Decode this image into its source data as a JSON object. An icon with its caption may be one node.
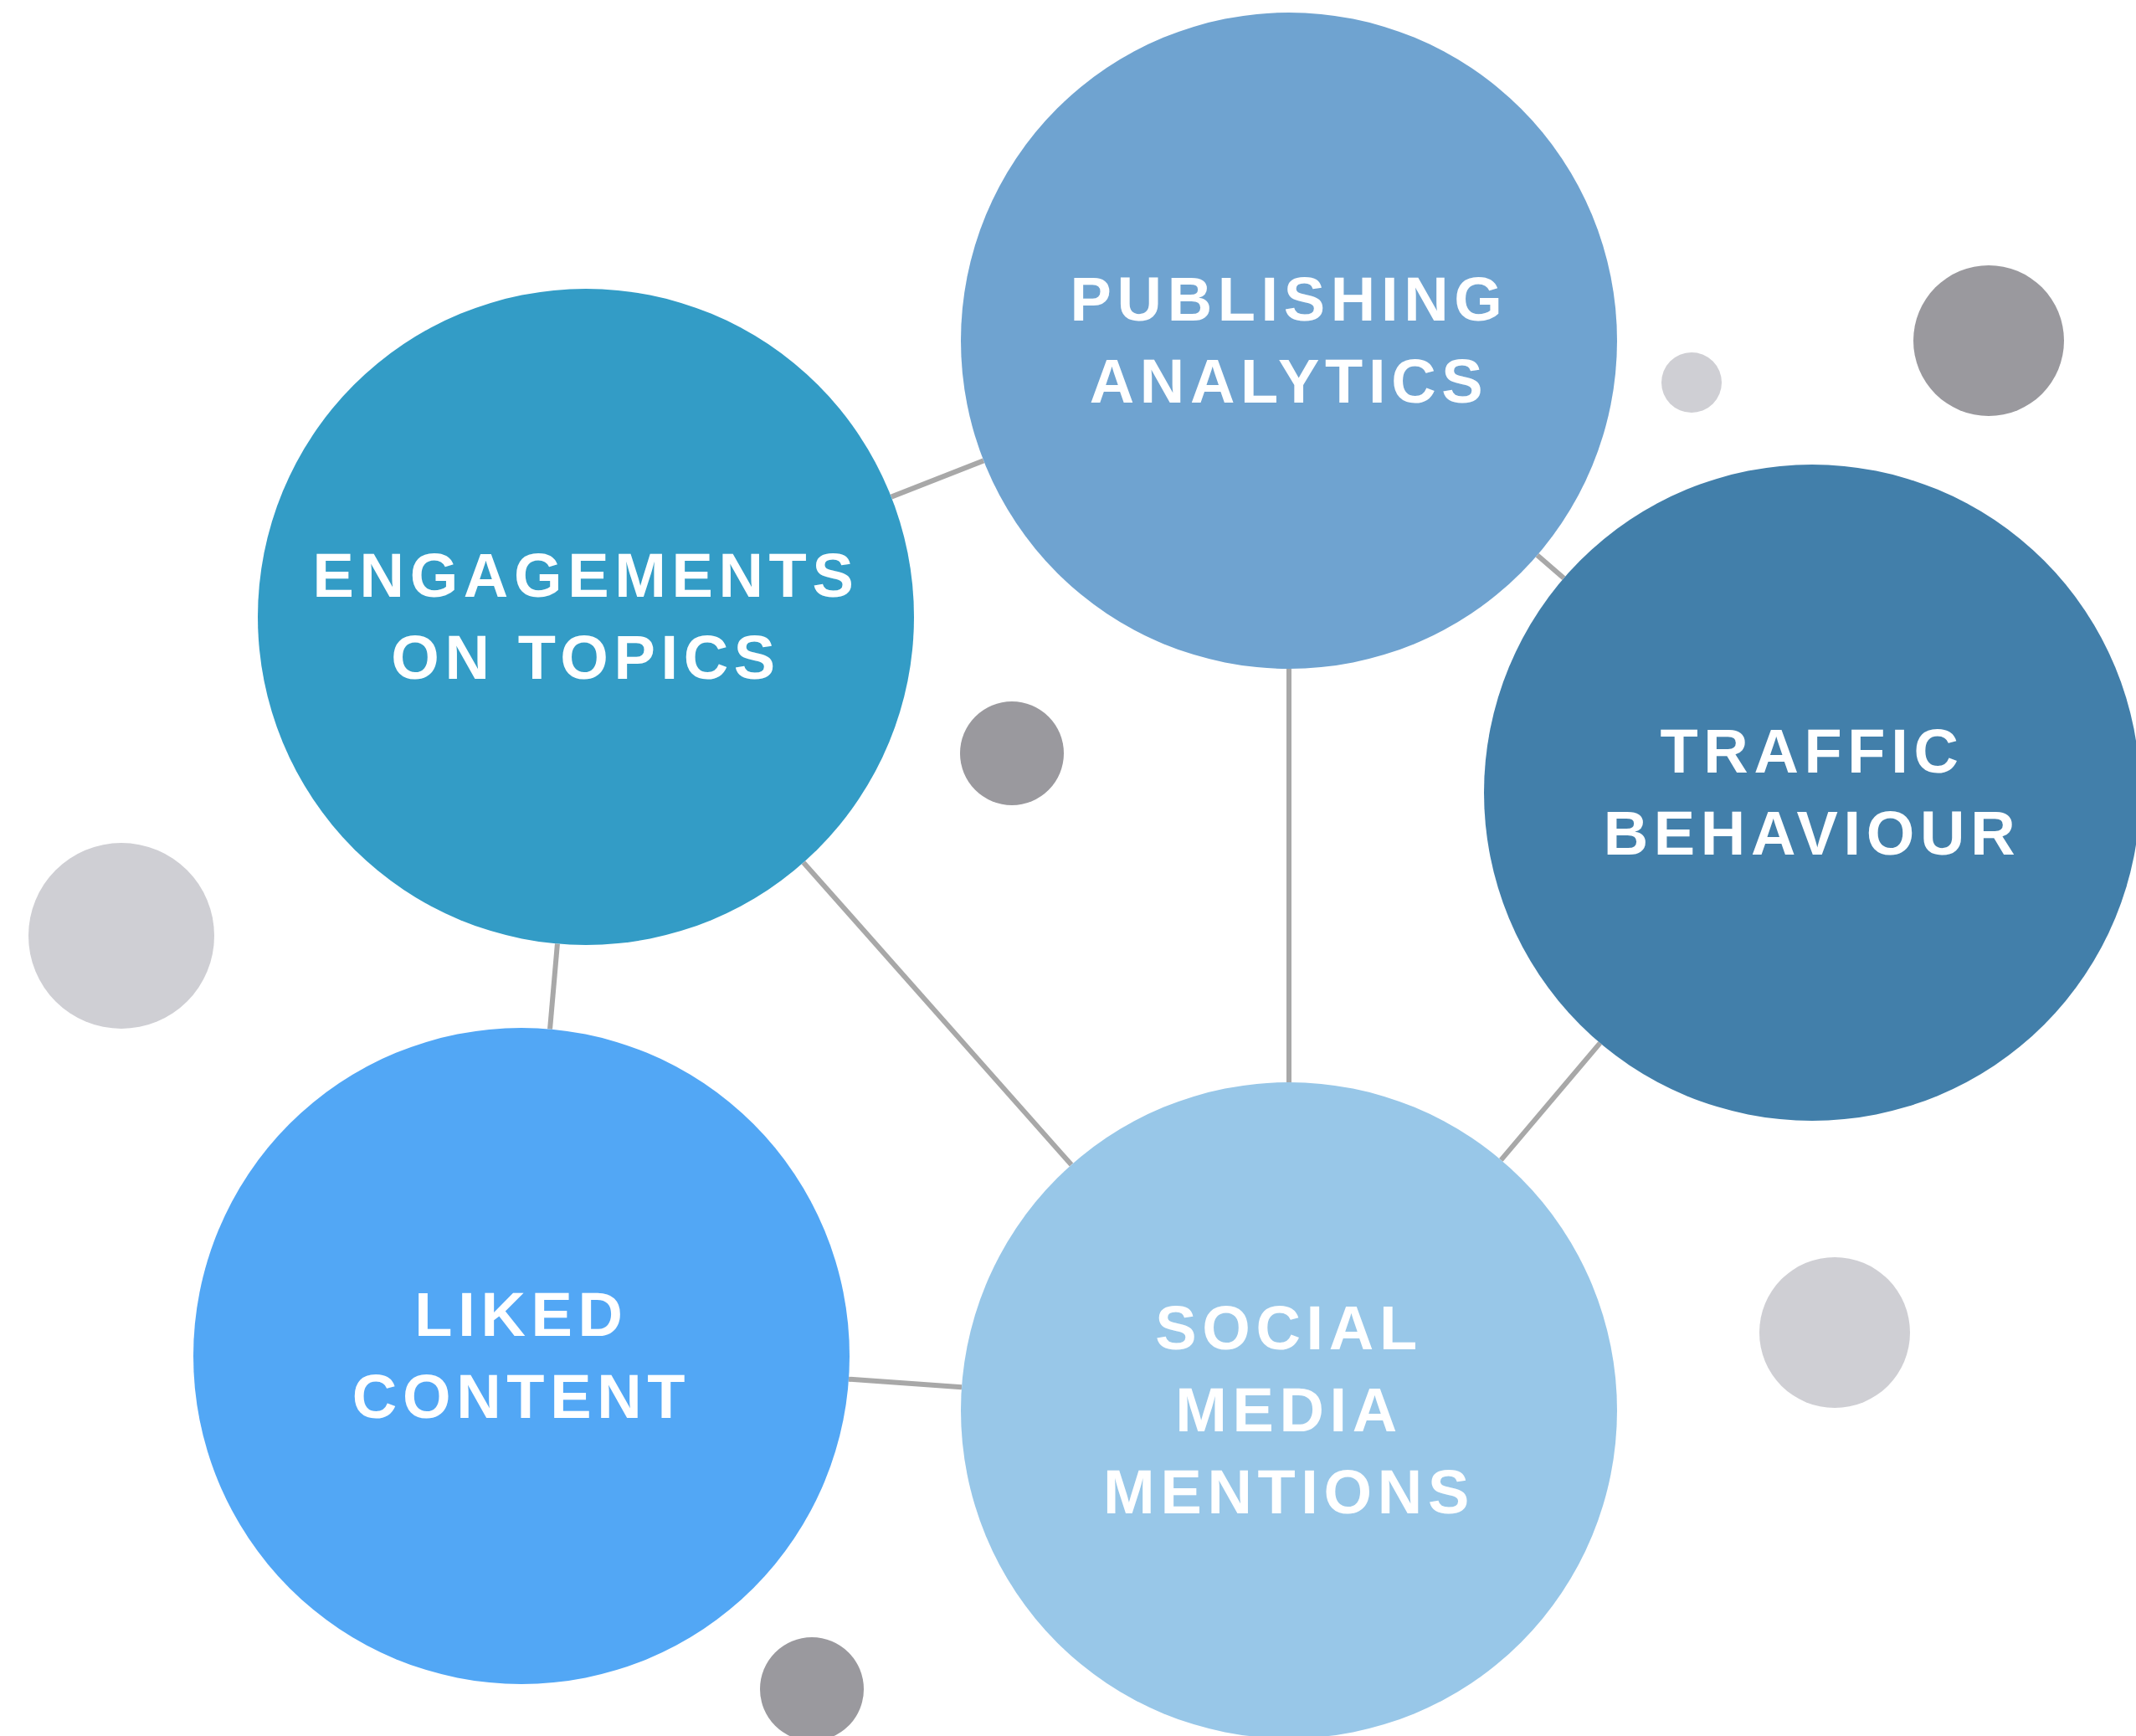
{
  "diagram": {
    "nodes": [
      {
        "text": [
          "PUBLISHING ANALYTICS"
        ]
      },
      {
        "text": [
          "ENGAGEMENTS ON TOPICS"
        ]
      },
      {
        "text": [
          "TRAFFIC BEHAVIOUR"
        ]
      },
      {
        "text": [
          "LIKED CONTENT"
        ]
      },
      {
        "text": [
          "SOCIAL MEDIA MENTIONS"
        ]
      },
      {
        "text": [],
        "shape": "circle"
      },
      {
        "text": [],
        "shape": "circle"
      },
      {
        "text": [],
        "shape": "circle"
      },
      {
        "text": [],
        "shape": "circle"
      },
      {
        "text": [],
        "shape": "circle"
      },
      {
        "text": [],
        "shape": "circle"
      }
    ],
    "edges": [
      {
        "from": 1,
        "to": 0,
        "arrow": "none"
      },
      {
        "from": 0,
        "to": 2,
        "arrow": "none"
      },
      {
        "from": 0,
        "to": 4,
        "arrow": "none"
      },
      {
        "from": 1,
        "to": 4,
        "arrow": "none"
      },
      {
        "from": 1,
        "to": 3,
        "arrow": "none"
      },
      {
        "from": 3,
        "to": 4,
        "arrow": "none"
      },
      {
        "from": 2,
        "to": 4,
        "arrow": "none"
      }
    ]
  }
}
